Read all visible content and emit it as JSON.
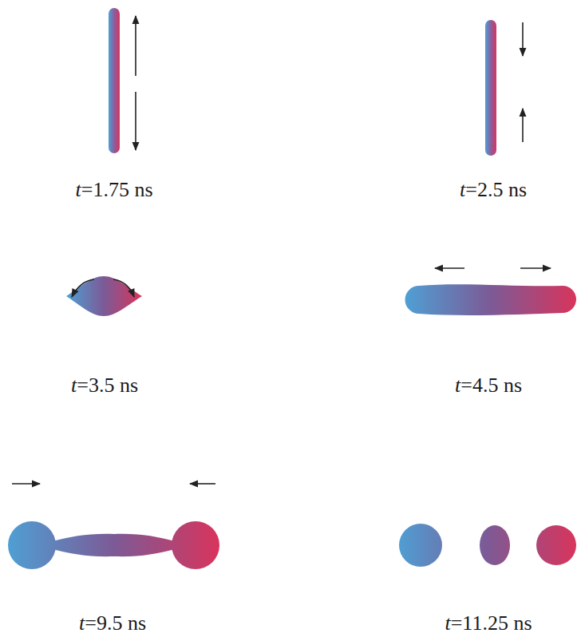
{
  "diagram": {
    "labels": [
      "t=1.75 ns",
      "t=2.5 ns",
      "t=3.5 ns",
      "t=4.5 ns",
      "t=9.5 ns",
      "t=11.25 ns"
    ]
  }
}
